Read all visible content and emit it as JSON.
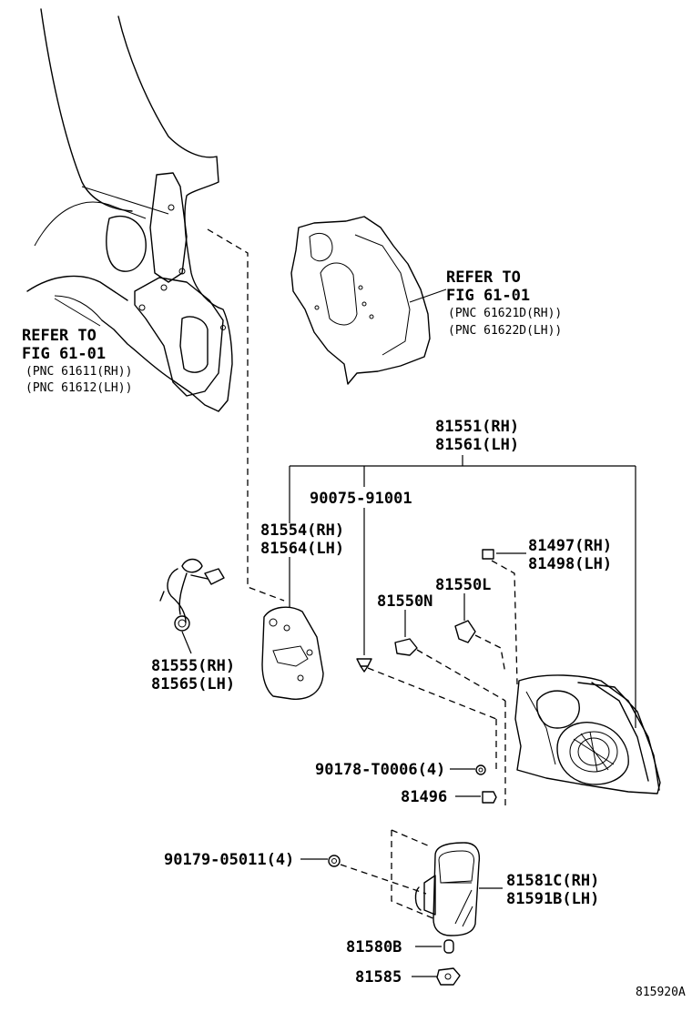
{
  "diagram": {
    "refer_left": {
      "line1": "REFER TO",
      "line2": "FIG 61-01",
      "pnc1": "(PNC 61611(RH))",
      "pnc2": "(PNC 61612(LH))"
    },
    "refer_right": {
      "line1": "REFER TO",
      "line2": "FIG 61-01",
      "pnc1": "(PNC 61621D(RH))",
      "pnc2": "(PNC 61622D(LH))"
    },
    "labels": {
      "p81551": "81551(RH)",
      "p81561": "81561(LH)",
      "p90075": "90075-91001",
      "p81554": "81554(RH)",
      "p81564": "81564(LH)",
      "p81497": "81497(RH)",
      "p81498": "81498(LH)",
      "p81550L": "81550L",
      "p81550N": "81550N",
      "p81555": "81555(RH)",
      "p81565": "81565(LH)",
      "p90178": "90178-T0006(4)",
      "p81496": "81496",
      "p90179": "90179-05011(4)",
      "p81581C": "81581C(RH)",
      "p81591B": "81591B(LH)",
      "p81580B": "81580B",
      "p81585": "81585"
    },
    "figure_code": "815920A"
  }
}
